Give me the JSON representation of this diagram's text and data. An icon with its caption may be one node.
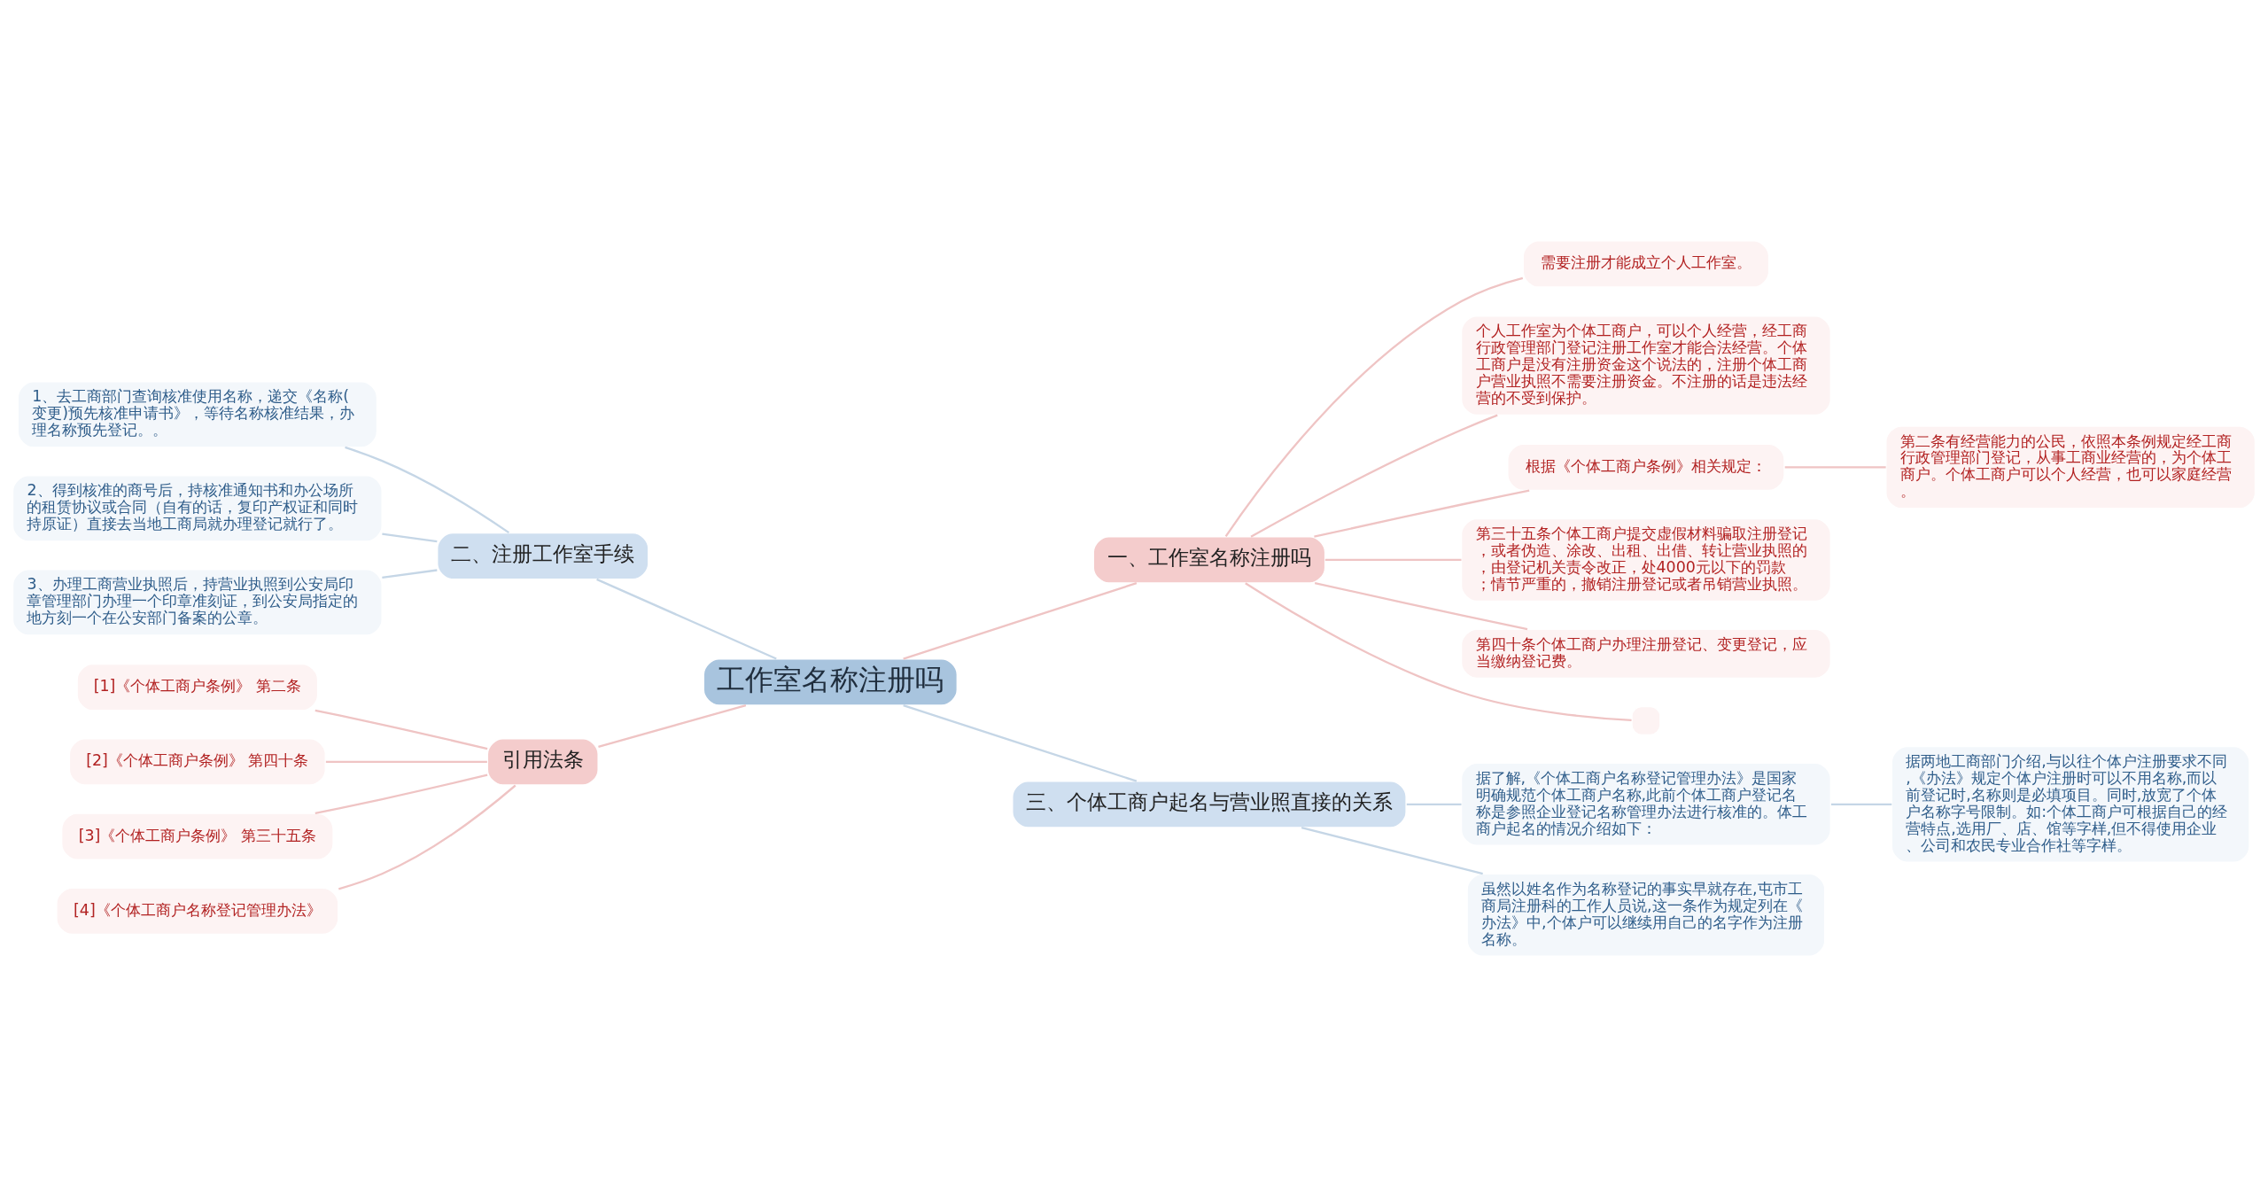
{
  "diagram": {
    "nodes": [
      {
        "text": [
          "工作室名称注册吗"
        ]
      },
      {
        "text": [
          "一、工作室名称注册吗"
        ]
      },
      {
        "text": [
          "需要注册才能成立个人工作室。"
        ]
      },
      {
        "text": [
          "个人工作室为个体工商户，可以个人经营，经工商行政管理部门登记注册工作室才能合法经营。个体工商户是没有注册资金这个说法的，注册个体工商户营业执照不需要注册资金。不注册的话是违法经营的不受到保护。"
        ]
      },
      {
        "text": [
          "根据《个体工商户条例》相关规定："
        ]
      },
      {
        "text": [
          "第二条有经营能力的公民，依照本条例规定经工商行政管理部门登记，从事工商业经营的，为个体工商户。个体工商户可以个人经营，也可以家庭经营。"
        ]
      },
      {
        "text": [
          "第三十五条个体工商户提交虚假材料骗取注册登记，或者伪造、涂改、出租、出借、转让营业执照的，由登记机关责令改正，处4000元以下的罚款；情节严重的，撤销注册登记或者吊销营业执照。"
        ]
      },
      {
        "text": [
          "第四十条个体工商户办理注册登记、变更登记，应当缴纳登记费。"
        ]
      },
      {
        "text": [],
        "shape": "box"
      },
      {
        "text": [
          "二、注册工作室手续"
        ]
      },
      {
        "text": [
          "1、去工商部门查询核准使用名称，递交《名称(变更)预先核准申请书》，等待名称核准结果，办理名称预先登记。。"
        ]
      },
      {
        "text": [
          "2、得到核准的商号后，持核准通知书和办公场所的租赁协议或合同（自有的话，复印产权证和同时持原证）直接去当地工商局就办理登记就行了。"
        ]
      },
      {
        "text": [
          "3、办理工商营业执照后，持营业执照到公安局印章管理部门办理一个印章准刻证，到公安局指定的地方刻一个在公安部门备案的公章。"
        ]
      },
      {
        "text": [
          "引用法条"
        ]
      },
      {
        "text": [
          "[1]《个体工商户条例》 第二条"
        ]
      },
      {
        "text": [
          "[2]《个体工商户条例》 第四十条"
        ]
      },
      {
        "text": [
          "[3]《个体工商户条例》 第三十五条"
        ]
      },
      {
        "text": [
          "[4]《个体工商户名称登记管理办法》"
        ]
      },
      {
        "text": [
          "三、个体工商户起名与营业照直接的关系"
        ]
      },
      {
        "text": [
          "据了解,《个体工商户名称登记管理办法》是国家明确规范个体工商户名称,此前个体工商户登记名称是参照企业登记名称管理办法进行核准的。体工商户起名的情况介绍如下："
        ]
      },
      {
        "text": [
          "据两地工商部门介绍,与以往个体户注册要求不同,《办法》规定个体户注册时可以不用名称,而以前登记时,名称则是必填项目。同时,放宽了个体户名称字号限制。如:个体工商户可根据自己的经营特点,选用厂、店、馆等字样,但不得使用企业、公司和农民专业合作社等字样。"
        ]
      },
      {
        "text": [
          "虽然以姓名作为名称登记的事实早就存在,屯市工商局注册科的工作人员说,这一条作为规定列在《办法》中,个体户可以继续用自己的名字作为注册名称。"
        ]
      }
    ],
    "edges": [
      {
        "from": 0,
        "to": 1,
        "arrow": "none"
      },
      {
        "from": 1,
        "to": 2,
        "arrow": "none"
      },
      {
        "from": 1,
        "to": 3,
        "arrow": "none"
      },
      {
        "from": 1,
        "to": 4,
        "arrow": "none"
      },
      {
        "from": 4,
        "to": 5,
        "arrow": "none"
      },
      {
        "from": 1,
        "to": 6,
        "arrow": "none"
      },
      {
        "from": 1,
        "to": 7,
        "arrow": "none"
      },
      {
        "from": 1,
        "to": 8,
        "arrow": "none"
      },
      {
        "from": 0,
        "to": 9,
        "arrow": "none",
        "color": "#c5d6e6"
      },
      {
        "from": 9,
        "to": 10,
        "arrow": "none",
        "color": "#c5d6e6"
      },
      {
        "from": 9,
        "to": 11,
        "arrow": "none",
        "color": "#c5d6e6"
      },
      {
        "from": 9,
        "to": 12,
        "arrow": "none",
        "color": "#c5d6e6"
      },
      {
        "from": 0,
        "to": 13,
        "arrow": "none"
      },
      {
        "from": 13,
        "to": 14,
        "arrow": "none"
      },
      {
        "from": 13,
        "to": 15,
        "arrow": "none"
      },
      {
        "from": 13,
        "to": 16,
        "arrow": "none"
      },
      {
        "from": 13,
        "to": 17,
        "arrow": "none"
      },
      {
        "from": 0,
        "to": 18,
        "arrow": "none",
        "color": "#c5d6e6"
      },
      {
        "from": 18,
        "to": 19,
        "arrow": "none",
        "color": "#c5d6e6"
      },
      {
        "from": 19,
        "to": 20,
        "arrow": "none",
        "color": "#c5d6e6"
      },
      {
        "from": 18,
        "to": 21,
        "arrow": "none",
        "color": "#c5d6e6"
      }
    ]
  }
}
